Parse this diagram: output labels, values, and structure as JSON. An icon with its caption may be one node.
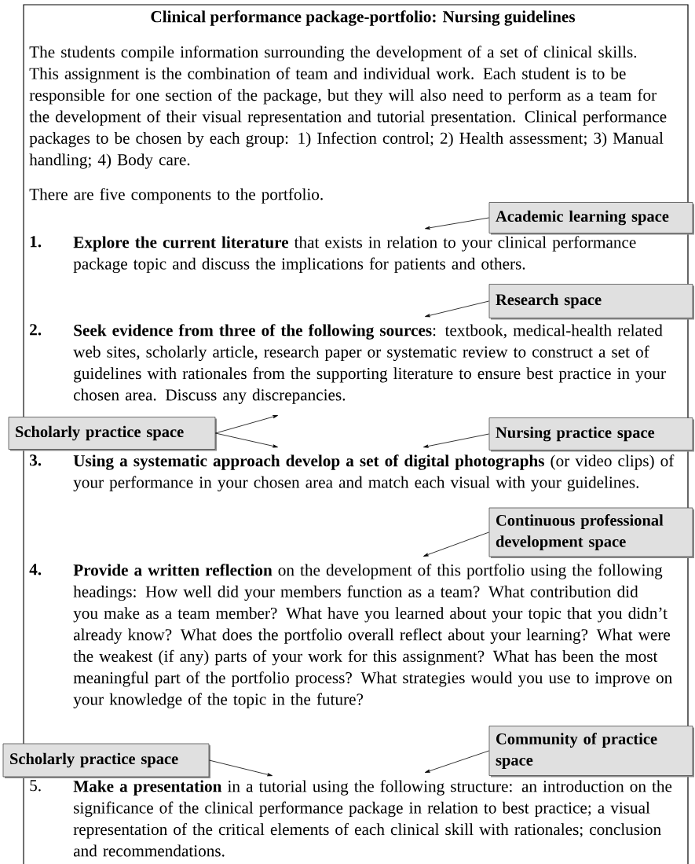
{
  "diagram": {
    "title": "Clinical performance package-portfolio: Nursing guidelines",
    "nodes": [
      {
        "text": [
          "Academic learning space"
        ]
      },
      {
        "text": [
          "1.",
          "**Explore the current literature** that exists in relation to your clinical performance package topic and discuss the implications for patients and others."
        ]
      },
      {
        "text": [
          "Research space"
        ]
      },
      {
        "text": [
          "2.",
          "**Seek evidence from three of the following sources**: textbook, medical-health related web sites, scholarly article, research paper or systematic review to construct a set of guidelines with rationales from the supporting literature to ensure best practice in your chosen area. Discuss any discrepancies."
        ]
      },
      {
        "text": [
          "Scholarly practice  space"
        ]
      },
      {
        "text": [
          "Nursing practice space"
        ]
      },
      {
        "text": [
          "3.",
          "**Using a systematic approach develop a set of digital photographs** (or video clips) of your performance in your chosen area and match each visual with your guidelines."
        ]
      },
      {
        "text": [
          "Continuous professional development space"
        ]
      },
      {
        "text": [
          "4.",
          "**Provide a written reflection** on the development of this portfolio using the following headings: How well did your members function as a team? What contribution did you make as a team member? What have you learned about your topic that you didn’t already know? What does the portfolio overall reflect about your learning? What were the weakest (if any) parts of your work for this assignment? What has been the most meaningful part of the portfolio process? What strategies would you use to improve on your knowledge of the topic in the future?"
        ]
      },
      {
        "text": [
          "Scholarly practice  space"
        ]
      },
      {
        "text": [
          "Community of practice space"
        ]
      },
      {
        "text": [
          "5.",
          "**Make a presentation** in a tutorial using  the following structure: an introduction on the significance of the clinical performance package in relation to best practice; a visual representation of the critical elements of each clinical skill with rationales; conclusion and recommendations."
        ]
      }
    ],
    "edges": [
      {
        "from": 0,
        "to": 1,
        "arrow": "to"
      },
      {
        "from": 2,
        "to": 3,
        "arrow": "to"
      },
      {
        "from": 4,
        "to": 3,
        "arrow": "to"
      },
      {
        "from": 4,
        "to": 6,
        "arrow": "to"
      },
      {
        "from": 5,
        "to": 6,
        "arrow": "to"
      },
      {
        "from": 7,
        "to": 8,
        "arrow": "to"
      },
      {
        "from": 9,
        "to": 11,
        "arrow": "to"
      },
      {
        "from": 10,
        "to": 11,
        "arrow": "to"
      }
    ],
    "labels": [
      "The students compile information surrounding the development of a set of clinical skills. This assignment is the combination of team and individual work. Each student is to be responsible for one section of the package, but they will also need to perform as a team for the development of their visual representation and tutorial presentation. Clinical performance packages to be chosen by each group:  1) Infection control; 2) Health assessment;  3) Manual handling; 4) Body care.",
      "There are five components to the portfolio."
    ]
  }
}
